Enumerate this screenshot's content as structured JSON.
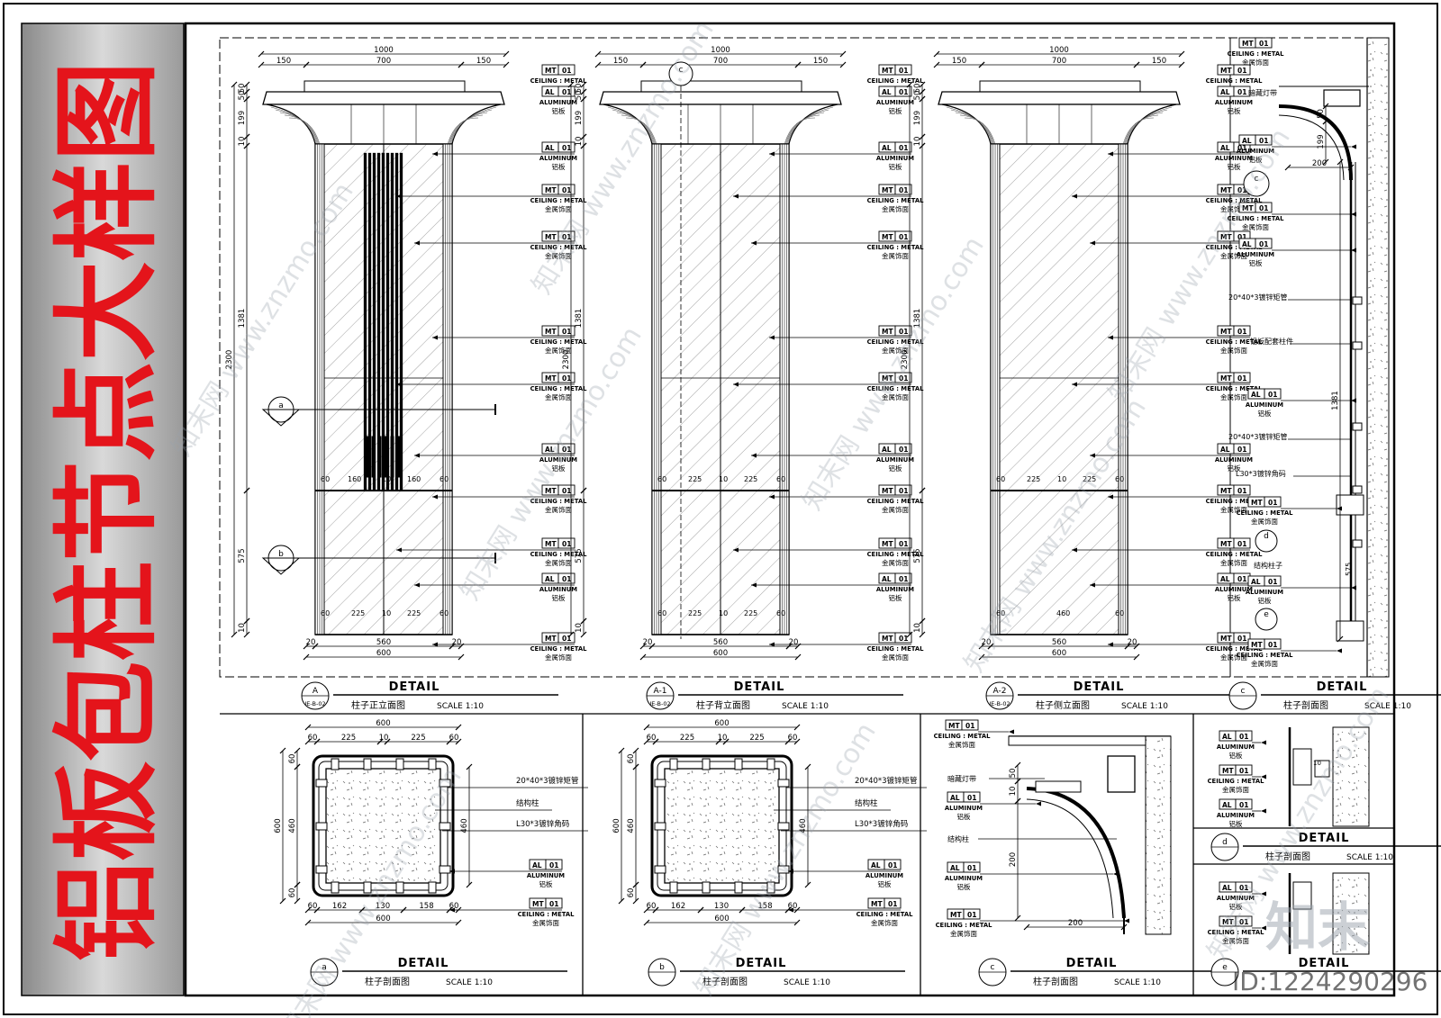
{
  "sheet_title": "铝板包柱节点大样图",
  "watermark": "知末网 www.znzmo.com",
  "brand_mark": "知末",
  "id_label": "ID:1224290296",
  "tag_codes": {
    "mt": "MT",
    "al": "AL",
    "no": "01"
  },
  "tag_text": {
    "mt_line": "CEILING : METAL",
    "mt_cn": "金属饰面",
    "al_line": "ALUMINUM",
    "al_cn": "铝板"
  },
  "notes": {
    "tube": "20*40*3镀锌矩管",
    "struct": "结构柱",
    "angle": "L30*3镀锌角码",
    "hidden_light": "暗藏灯带",
    "bracket": "铝板配套柱件",
    "struct_col": "结构柱子"
  },
  "dims": {
    "total_width": "1000",
    "inner_width": "700",
    "side": "150",
    "top_1": "50",
    "top_2": "50",
    "cap": "199",
    "joint": "10",
    "mid_height": "1381",
    "total_height": "2300",
    "low_height": "575",
    "base_1": "20",
    "base_2": "560",
    "base_3": "600",
    "s_600": "600",
    "s_460": "460",
    "s_225": "225",
    "s_160": "160",
    "s_10": "10",
    "s_60": "60",
    "s_20": "20",
    "s_162": "162",
    "s_130": "130",
    "s_158": "158",
    "s_200": "200"
  },
  "views": [
    {
      "marker": "A",
      "sheet_ref": "IE-B-02",
      "heading": "DETAIL",
      "name": "柱子正立面图",
      "scale": "SCALE 1:10"
    },
    {
      "marker": "A-1",
      "sheet_ref": "IE-B-02",
      "heading": "DETAIL",
      "name": "柱子背立面图",
      "scale": "SCALE 1:10"
    },
    {
      "marker": "A-2",
      "sheet_ref": "IE-B-02",
      "heading": "DETAIL",
      "name": "柱子侧立面图",
      "scale": "SCALE 1:10"
    },
    {
      "marker": "c",
      "sheet_ref": "",
      "heading": "DETAIL",
      "name": "柱子剖面图",
      "scale": "SCALE 1:10"
    },
    {
      "marker": "a",
      "sheet_ref": "",
      "heading": "DETAIL",
      "name": "柱子剖面图",
      "scale": "SCALE 1:10"
    },
    {
      "marker": "b",
      "sheet_ref": "",
      "heading": "DETAIL",
      "name": "柱子剖面图",
      "scale": "SCALE 1:10"
    },
    {
      "marker": "c",
      "sheet_ref": "",
      "heading": "DETAIL",
      "name": "柱子剖面图",
      "scale": "SCALE 1:10"
    },
    {
      "marker": "d",
      "sheet_ref": "",
      "heading": "DETAIL",
      "name": "柱子剖面图",
      "scale": "SCALE 1:10"
    },
    {
      "marker": "e",
      "sheet_ref": "",
      "heading": "DETAIL",
      "name": "",
      "scale": ""
    }
  ],
  "colors": {
    "title_red": "#e4141b",
    "line": "#000000",
    "watermark": "#9aa3ad"
  }
}
